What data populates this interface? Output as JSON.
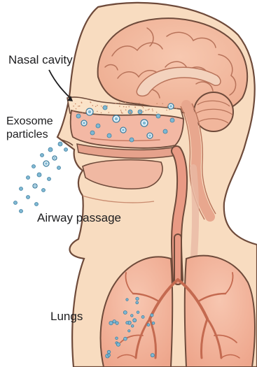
{
  "labels": {
    "nasal_cavity": "Nasal cavity",
    "exosome_line1": "Exosome",
    "exosome_line2": "particles",
    "airway_passage": "Airway passage",
    "lungs": "Lungs"
  },
  "colors": {
    "skin": "#f8dcc0",
    "outline": "#6e4a3a",
    "brain": "#f1b69c",
    "nasal_region": "#f3b8a4",
    "tissue": "#e6a28c",
    "airway": "#e99a84",
    "particle": "#7fb8d3"
  }
}
